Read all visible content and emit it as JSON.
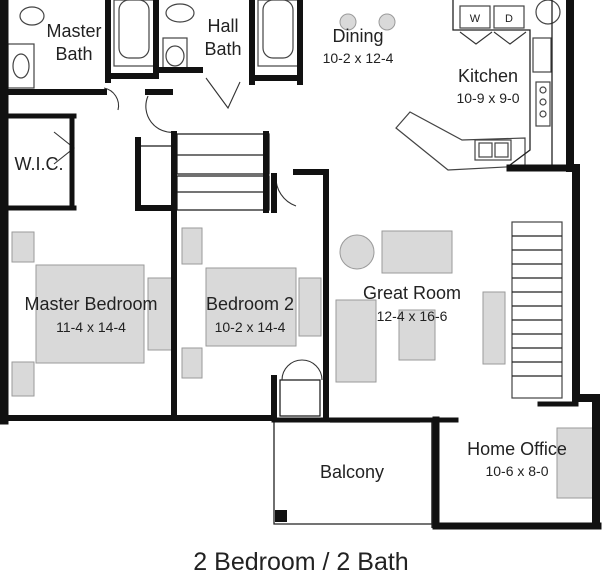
{
  "caption": "2 Bedroom / 2 Bath",
  "rooms": {
    "master_bath": {
      "name_line1": "Master",
      "name_line2": "Bath"
    },
    "hall_bath": {
      "name_line1": "Hall",
      "name_line2": "Bath"
    },
    "dining": {
      "name": "Dining",
      "size": "10-2 x 12-4"
    },
    "kitchen": {
      "name": "Kitchen",
      "size": "10-9 x 9-0"
    },
    "wic": {
      "name": "W.I.C."
    },
    "master_bedroom": {
      "name": "Master Bedroom",
      "size": "11-4 x 14-4"
    },
    "bedroom2": {
      "name": "Bedroom 2",
      "size": "10-2 x 14-4"
    },
    "great_room": {
      "name": "Great Room",
      "size": "12-4 x 16-6"
    },
    "balcony": {
      "name": "Balcony"
    },
    "home_office": {
      "name": "Home Office",
      "size": "10-6 x 8-0"
    }
  },
  "appliances": {
    "washer": "W",
    "dryer": "D"
  }
}
